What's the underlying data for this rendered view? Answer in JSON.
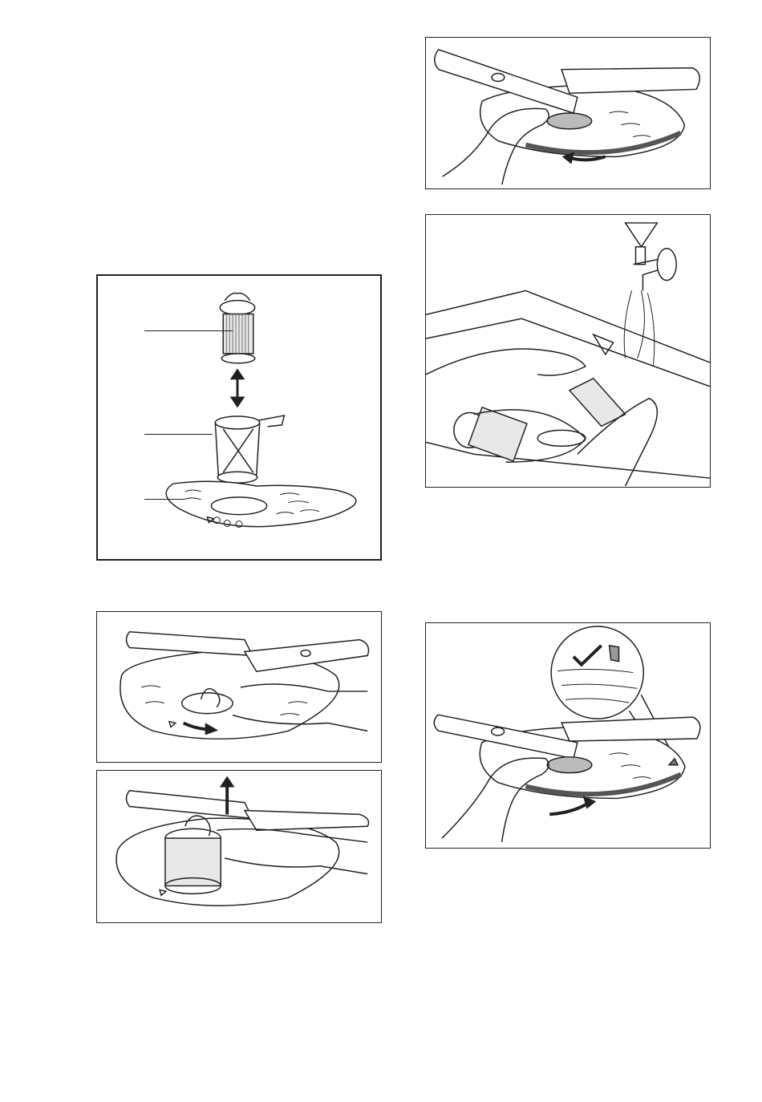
{
  "page": {
    "background": "#ffffff",
    "line_color": "#231f20"
  },
  "figures": [
    {
      "id": "filter-parts",
      "description_icon": "filter-assembly-icon"
    },
    {
      "id": "remove-filter-turn",
      "description_icon": "turn-left-arrow-icon"
    },
    {
      "id": "remove-filter-lift",
      "description_icon": "lift-up-arrow-icon"
    },
    {
      "id": "unlock-filter",
      "description_icon": "rotate-arrow-icon"
    },
    {
      "id": "rinse-filter",
      "description_icon": "water-tap-icon"
    },
    {
      "id": "lock-filter",
      "description_icon": "checkmark-icon"
    }
  ]
}
